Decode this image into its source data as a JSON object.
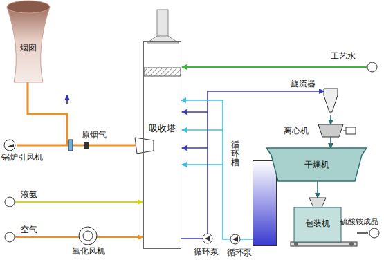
{
  "diagram": {
    "nodes": [
      {
        "text": [
          "烟囱"
        ]
      },
      {
        "text": [
          "吸收塔"
        ]
      },
      {
        "text": [
          "循环槽"
        ]
      },
      {
        "text": [
          "旋流器"
        ]
      },
      {
        "text": [
          "离心机"
        ]
      },
      {
        "text": [
          "干燥机"
        ]
      },
      {
        "text": [
          "包装机"
        ]
      }
    ],
    "edges": [
      {
        "from": 1,
        "to": 3,
        "arrow": "to"
      },
      {
        "from": 2,
        "to": 1,
        "arrow": "to"
      },
      {
        "from": 3,
        "to": 4,
        "arrow": "to"
      },
      {
        "from": 4,
        "to": 5,
        "arrow": "to"
      },
      {
        "from": 5,
        "to": 6,
        "arrow": "to"
      }
    ],
    "labels": [
      "锅炉引风机",
      "原烟气",
      "工艺水",
      "液氨",
      "空气",
      "氧化风机",
      "循环泵",
      "循环泵",
      "硫酸铵成品"
    ]
  }
}
